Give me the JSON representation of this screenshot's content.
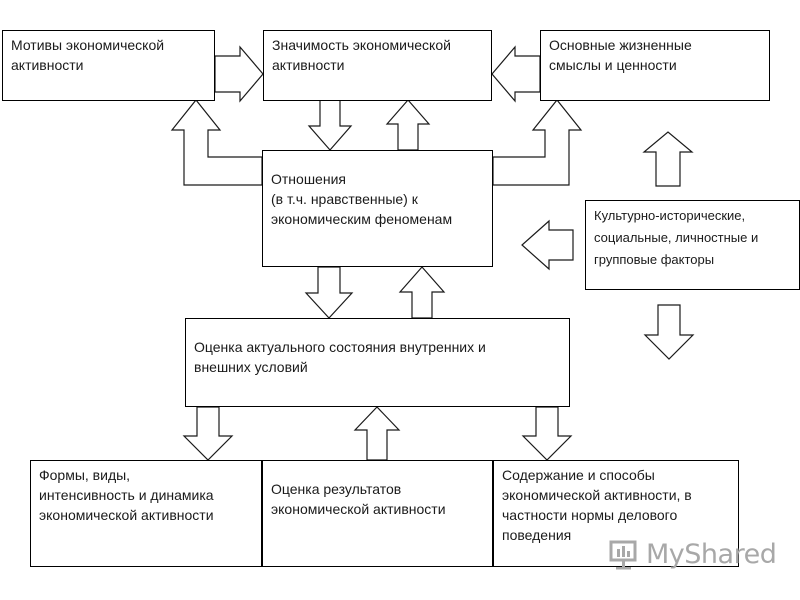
{
  "diagram": {
    "boxes": {
      "motives": "Мотивы экономической\nактивности",
      "significance": "Значимость экономической\nактивности",
      "life_meanings": "Основные жизненные\nсмыслы и ценности",
      "relations": "Отношения\n(в т.ч. нравственные)  к\nэкономическим феноменам",
      "cultural_factors": "Культурно-исторические,\nсоциальные, личностные и\nгрупповые факторы",
      "assessment": "Оценка актуального состояния внутренних и\nвнешних условий",
      "forms": "Формы, виды,\nинтенсивность и динамика\nэкономической активности",
      "results": "Оценка результатов\nэкономической активности",
      "content_methods": "Содержание и способы\nэкономической активности, в\nчастности  нормы делового\nповедения"
    },
    "watermark": "MyShared"
  }
}
